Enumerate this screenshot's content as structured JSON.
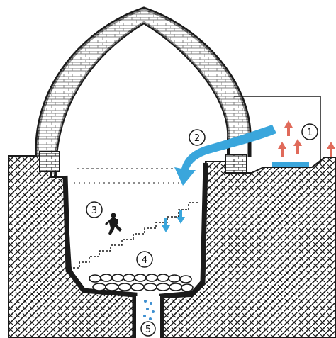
{
  "markers": {
    "m1": "1",
    "m2": "2",
    "m3": "3",
    "m4": "4",
    "m5": "5"
  },
  "colors": {
    "ink": "#1a1a1a",
    "cool_air": "#3aa6dc",
    "warm_air": "#e06a5a",
    "water_drop": "#3d8fd0",
    "paper": "#ffffff"
  },
  "icons": [
    "warm-air-arrow-icon",
    "cool-air-arrow-icon",
    "person-climbing-icon",
    "water-drop-icon"
  ]
}
